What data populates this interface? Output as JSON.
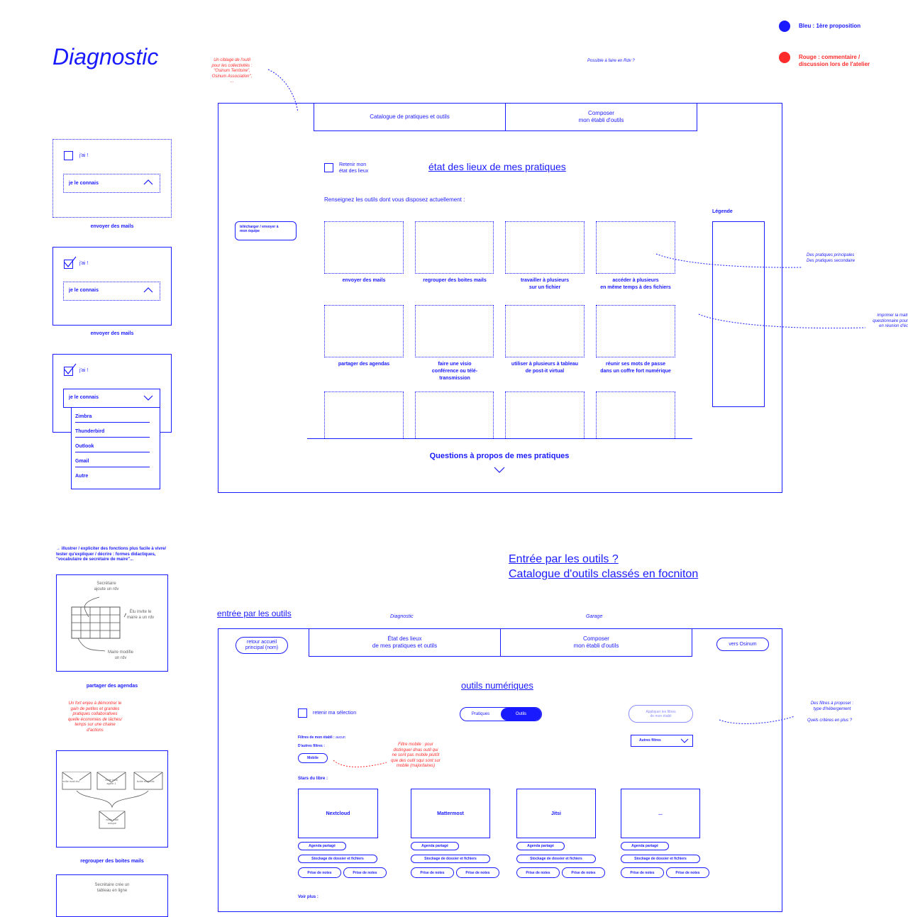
{
  "legend": {
    "blue_label": "Bleu : 1ère proposition",
    "red_label_1": "Rouge : commentaire /",
    "red_label_2": "discussion lors de l'atelier"
  },
  "top": {
    "title": "Diagnostic",
    "red_note_1": "Un ciblage de l'outil",
    "red_note_2": "pour les collectivités :",
    "red_note_3": "\"Osinum Territoire\",",
    "red_note_4": "Osinum Association\",",
    "red_note_5": "...",
    "rdv_note": "Possible à faire en Rdv ?",
    "tab_catalogue": "Catalogue de pratiques et outils",
    "tab_composer_1": "Composer",
    "tab_composer_2": "mon établi d'outils",
    "retenir_1": "Retenir mon",
    "retenir_2": "état des lieux",
    "heading": "état des lieux de mes pratiques",
    "instruction": "Renseignez les outils dont vous disposez actuellement :",
    "download_1": "télécharger / envoyer à",
    "download_2": "mon équipe",
    "legende": "Légende",
    "cards": [
      {
        "l1": "envoyer des mails",
        "l2": "",
        "l3": ""
      },
      {
        "l1": "regrouper des boites mails",
        "l2": "",
        "l3": ""
      },
      {
        "l1": "travailler à plusieurs",
        "l2": "sur un fichier",
        "l3": ""
      },
      {
        "l1": "accéder à plusieurs",
        "l2": "en même temps à des fichiers",
        "l3": ""
      },
      {
        "l1": "partager des agendas",
        "l2": "",
        "l3": ""
      },
      {
        "l1": "faire une visio",
        "l2": "conférence ou télé-",
        "l3": "transmission"
      },
      {
        "l1": "utiliser à plusieurs à tableau",
        "l2": "de post-it virtual",
        "l3": ""
      },
      {
        "l1": "réunir ses mots de passe",
        "l2": "dans un coffre fort numérique",
        "l3": ""
      }
    ],
    "questions": "Questions à propos de mes pratiques",
    "note_pratiques_1": "Des pratiques principales",
    "note_pratiques_2": "Des pratiques secondaire",
    "note_imprimer_1": "Imprimer la matr",
    "note_imprimer_2": "questionnaire pour",
    "note_imprimer_3": "en réunion d'éc"
  },
  "widgets": {
    "jai": "j'ai !",
    "connais": "je le connais",
    "caption": "envoyer des mails",
    "options": [
      "Zimbra",
      "Thunderbird",
      "Outlook",
      "Gmail",
      "Autre"
    ]
  },
  "left_bottom": {
    "note_1": "→ illustrer / expliciter des fonctions plus facile à vivre/",
    "note_2": "tester qu'expliquer / décrire : formes didactiques,",
    "note_3": "\"vocabulaire de secrétaire de maire\"...",
    "agenda_secretaire_1": "Secrétaire",
    "agenda_secretaire_2": "ajoute un rdv",
    "agenda_elu_1": "Élu invite le",
    "agenda_elu_2": "maire a un rdv",
    "agenda_maire_1": "Maire modifie",
    "agenda_maire_2": "un rdv",
    "caption_agendas": "partager des agendas",
    "red_1": "Un fort enjeu à démontrer le",
    "red_2": "gain de petites et grandes",
    "red_3": "pratiques collaboratives",
    "red_4": "quelle économies de tâches/",
    "red_5": "temps sur une chaine",
    "red_6": "d'actions",
    "mail_1": "boîte mail élu",
    "mail_2_1": "boite mail",
    "mail_2_2": "agent 1",
    "mail_3": "boîte mail cdc",
    "mail_unique_1": "boite mail",
    "mail_unique_2": "unique",
    "caption_boites": "regrouper des boites mails",
    "tableau_1": "Secrétaire crée un",
    "tableau_2": "tableau en ligne"
  },
  "bottom": {
    "title_1": "Entrée par les outils ?",
    "title_2": "Catalogue d'outils classés en focniton",
    "entry": "entrée par les outils",
    "diagnostic": "Diagnostic",
    "garage": "Garage",
    "retour_1": "retour accueil",
    "retour_2": "principal (nom)",
    "tab_etat_1": "État des lieux",
    "tab_etat_2": "de mes pratiques et outils",
    "tab_composer_1": "Composer",
    "tab_composer_2": "mon établi d'outils",
    "vers": "vers Osinum",
    "heading": "outils numériques",
    "retenir": "retenir ma sélection",
    "toggle_pratiques": "Pratiques",
    "toggle_outils": "Outils",
    "appliquer_1": "Appliquer les filtres",
    "appliquer_2": "de mon établi",
    "autres_filtres": "Autres filtres",
    "filtres_label": "Filtres de mon établi :",
    "filtres_value": "aucun",
    "autres_label": "D'autres filtres :",
    "mobile": "Mobile",
    "red_mobile_1": "Filtre mobile : pour",
    "red_mobile_2": "distinguer dnas outil qui",
    "red_mobile_3": "ne sont pas mobile plutôt",
    "red_mobile_4": "que des outil squi sont sur",
    "red_mobile_5": "mobile (majoritaires)",
    "stars": "Stars du libre :",
    "tools": [
      "Nextcloud",
      "Mattermost",
      "Jitsi",
      "..."
    ],
    "tag_agenda": "Agenda partagé",
    "tag_stockage": "Stockage de dossier et fichiers",
    "tag_notes": "Prise de notes",
    "voir_plus": "Voir plus :",
    "note_filtres_1": "Des filtres à proposer :",
    "note_filtres_2": "type d'hébergement",
    "note_criteres": "Quels critères en plus ?"
  }
}
